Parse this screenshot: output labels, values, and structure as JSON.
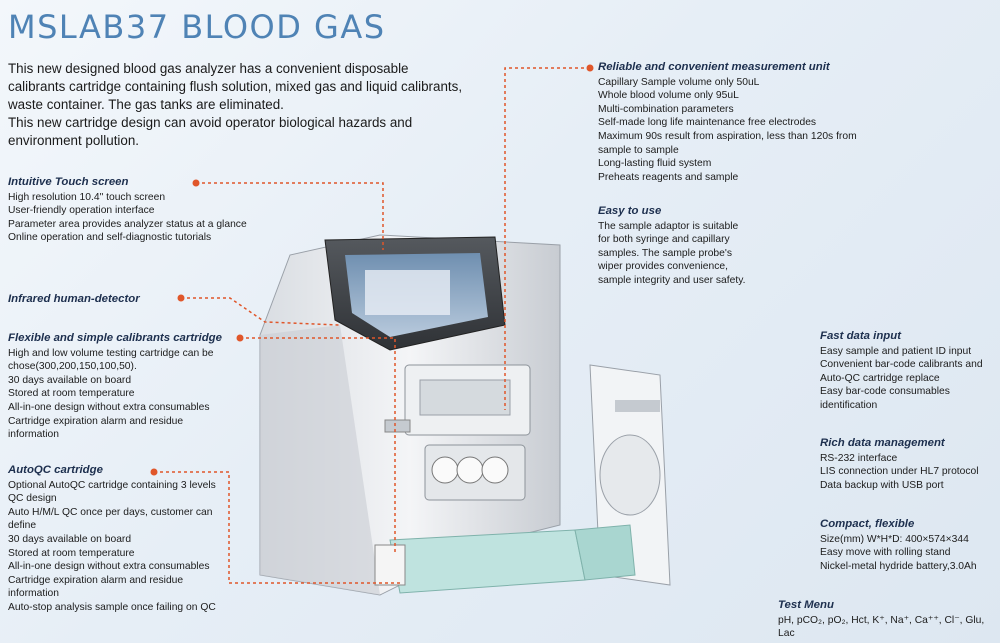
{
  "title": "MSLAB37 BLOOD GAS",
  "intro": [
    "This new designed blood gas analyzer has a convenient  disposable calibrants cartridge containing flush solution,  mixed gas and liquid calibrants, waste container. The gas  tanks are eliminated.",
    "This new cartridge design can avoid operator biological  hazards and environment pollution."
  ],
  "sections": {
    "touch": {
      "heading": "Intuitive Touch screen",
      "items": [
        "High resolution 10.4\" touch screen",
        "User-friendly operation interface",
        "Parameter area provides analyzer status at a glance",
        "Online operation and self-diagnostic tutorials"
      ]
    },
    "infrared": {
      "heading": "Infrared human-detector"
    },
    "calibrants": {
      "heading": "Flexible and simple calibrants cartridge",
      "items": [
        "High and low volume testing cartridge can be chose(300,200,150,100,50).",
        "30 days available on board",
        "Stored at room temperature",
        "All-in-one design without extra consumables",
        "Cartridge expiration alarm and residue information"
      ]
    },
    "autoqc": {
      "heading": "AutoQC cartridge",
      "items": [
        "Optional AutoQC cartridge containing 3 levels QC design",
        "Auto H/M/L QC once per days, customer can define",
        "30 days available on board",
        "Stored at room temperature",
        "All-in-one design without extra consumables",
        "Cartridge expiration alarm and residue information",
        "Auto-stop analysis sample once failing on QC"
      ]
    },
    "measurement": {
      "heading": "Reliable and convenient measurement unit",
      "items": [
        "Capillary Sample volume only 50uL",
        "Whole blood volume only 95uL",
        "Multi-combination parameters",
        "Self-made long life maintenance free electrodes",
        "Maximum 90s result from aspiration, less than 120s from sample to sample",
        "Long-lasting fluid system",
        "Preheats reagents and sample"
      ]
    },
    "easy": {
      "heading": "Easy to use",
      "items": [
        "The sample adaptor is suitable for both syringe and capillary samples. The sample probe's wiper provides convenience, sample integrity and user safety."
      ]
    },
    "fastdata": {
      "heading": "Fast data input",
      "items": [
        "Easy sample and patient ID input",
        "Convenient bar-code calibrants and Auto-QC cartridge replace",
        "Easy bar-code consumables identification"
      ]
    },
    "richdata": {
      "heading": "Rich data management",
      "items": [
        "RS-232 interface",
        "LIS connection under HL7 protocol",
        "Data backup with USB port"
      ]
    },
    "compact": {
      "heading": "Compact, flexible",
      "items": [
        "Size(mm) W*H*D: 400×574×344",
        "Easy move with rolling stand",
        "Nickel-metal hydride battery,3.0Ah"
      ]
    },
    "testmenu": {
      "heading": "Test Menu",
      "items": [
        "pH, pCO₂, pO₂, Hct, K⁺, Na⁺, Ca⁺⁺, Cl⁻, Glu, Lac"
      ]
    }
  },
  "colors": {
    "title": "#4f83b5",
    "callout": "#e0562a",
    "heading": "#1d2f4e"
  },
  "icons": [
    "blood-gas-analyzer-illustration",
    "callout-dot"
  ]
}
